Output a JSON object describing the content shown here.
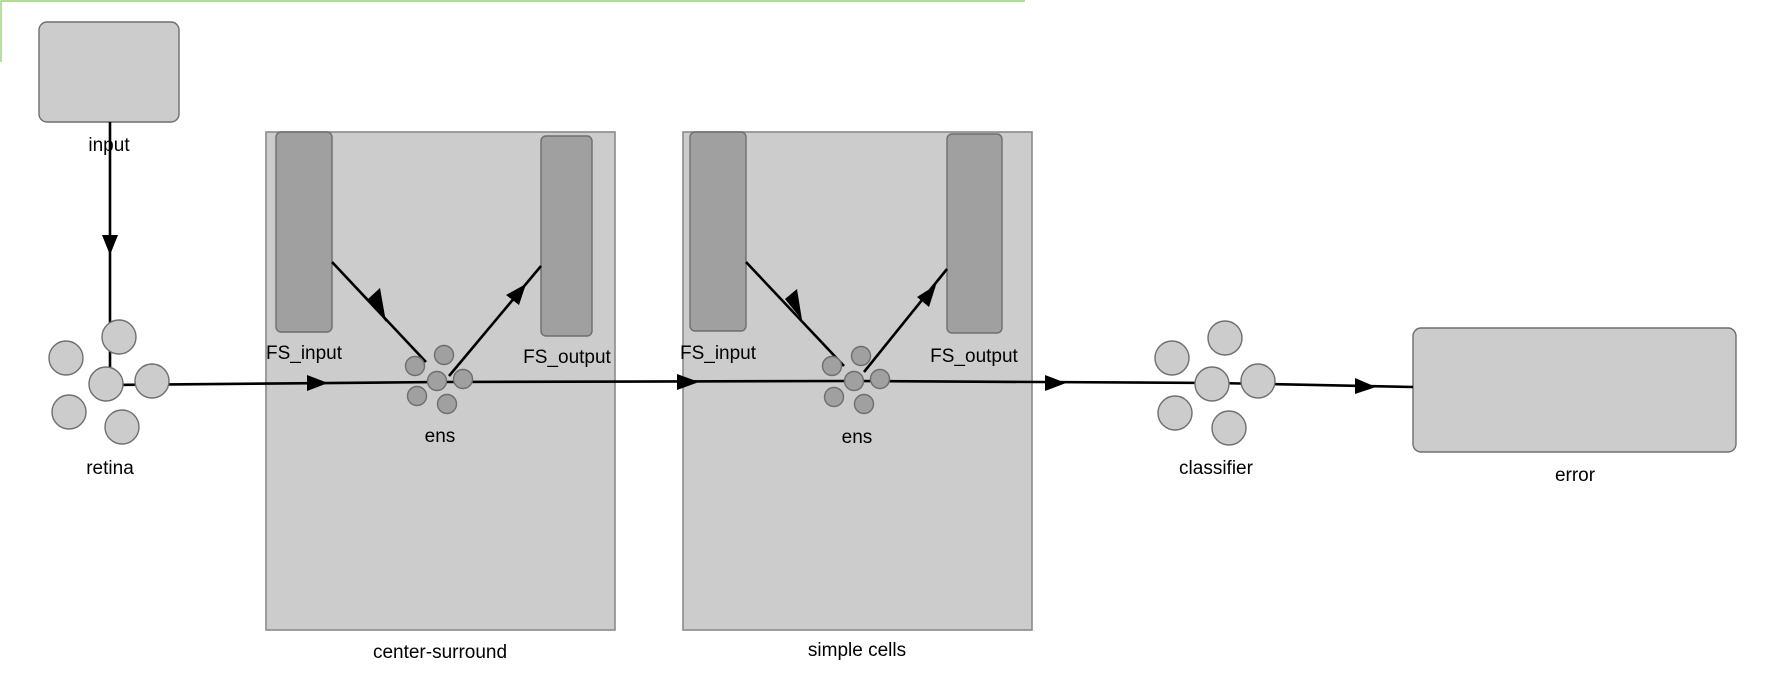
{
  "labels": {
    "input": "input",
    "retina": "retina",
    "net1": "center-surround",
    "net1_fs_input": "FS_input",
    "net1_fs_output": "FS_output",
    "net1_ens": "ens",
    "net2": "simple cells",
    "net2_fs_input": "FS_input",
    "net2_fs_output": "FS_output",
    "net2_ens": "ens",
    "classifier": "classifier",
    "error": "error"
  }
}
